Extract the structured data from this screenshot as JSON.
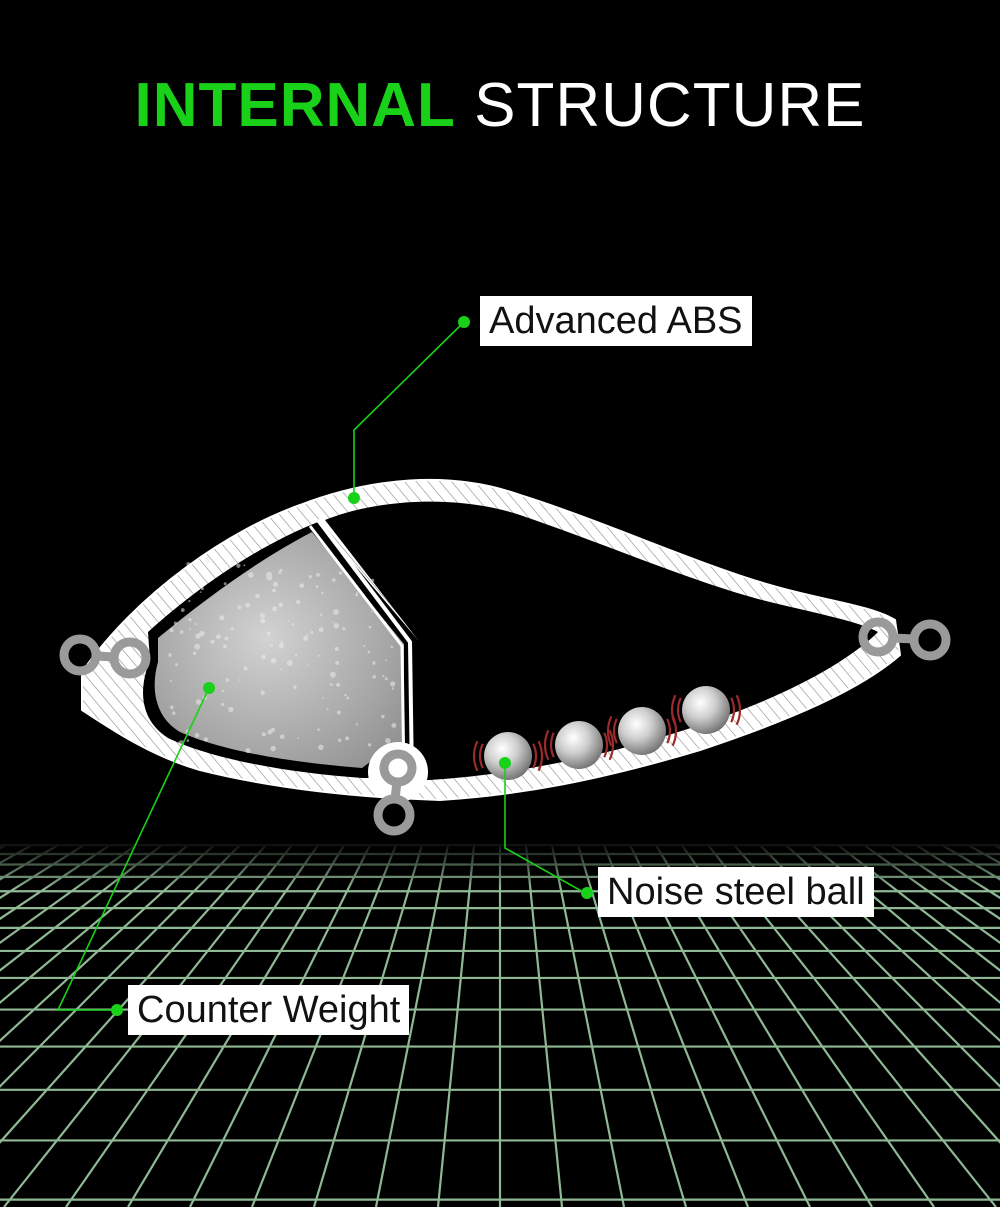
{
  "title": {
    "highlight": "INTERNAL",
    "rest": "STRUCTURE"
  },
  "labels": {
    "abs": "Advanced ABS",
    "ball": "Noise steel ball",
    "weight": "Counter Weight"
  },
  "colors": {
    "background": "#000000",
    "accent": "#19d119",
    "shell": "#ffffff",
    "grid": "#8fb894",
    "ring": "#9a9a9a",
    "sound_wave": "#9c2a2a"
  }
}
